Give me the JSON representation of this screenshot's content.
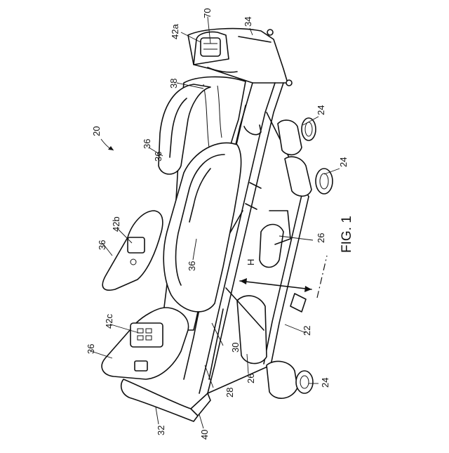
{
  "figure": {
    "caption": "FIG. 1",
    "reference_numerals": [
      "20",
      "22",
      "24",
      "24",
      "24",
      "26",
      "26",
      "28",
      "30",
      "32",
      "34",
      "36",
      "36",
      "36",
      "36",
      "36",
      "38",
      "40",
      "42a",
      "42b",
      "42c",
      "70",
      "H"
    ]
  }
}
